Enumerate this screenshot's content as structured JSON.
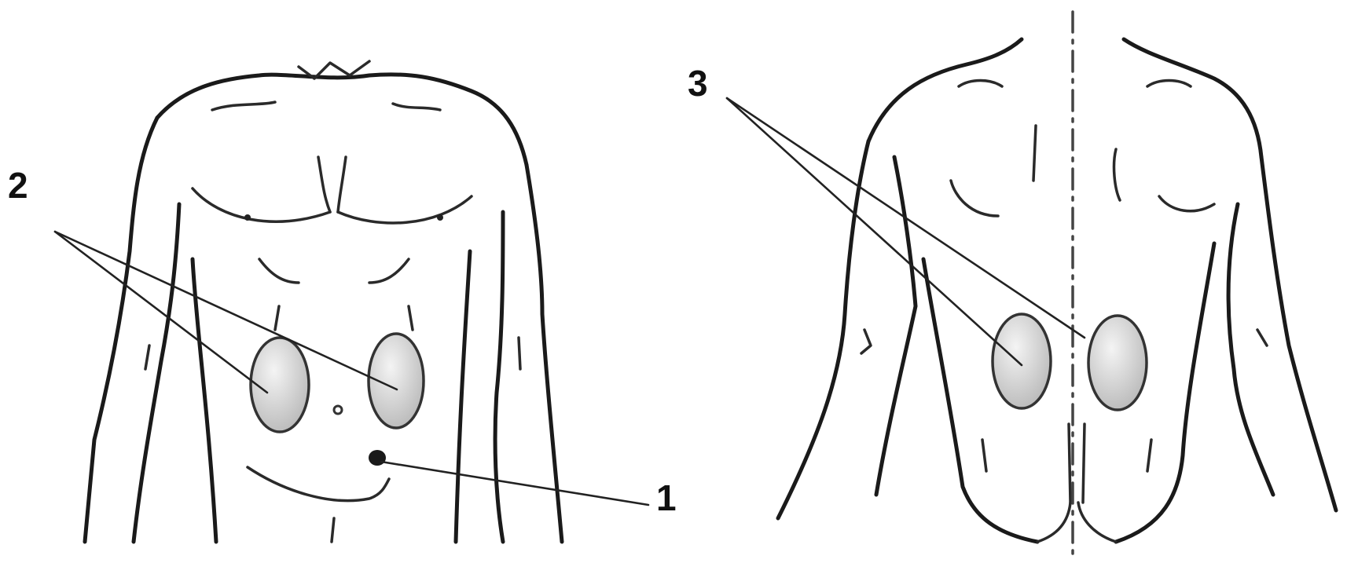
{
  "labels": {
    "one": "1",
    "two": "2",
    "three": "3"
  },
  "icons": {
    "front": "torso-front-icon",
    "back": "torso-back-icon"
  },
  "colors": {
    "line": "#1a1a1a",
    "pad_fill_light": "#f2f2f2",
    "pad_fill_dark": "#bdbdbd",
    "background": "#ffffff"
  }
}
